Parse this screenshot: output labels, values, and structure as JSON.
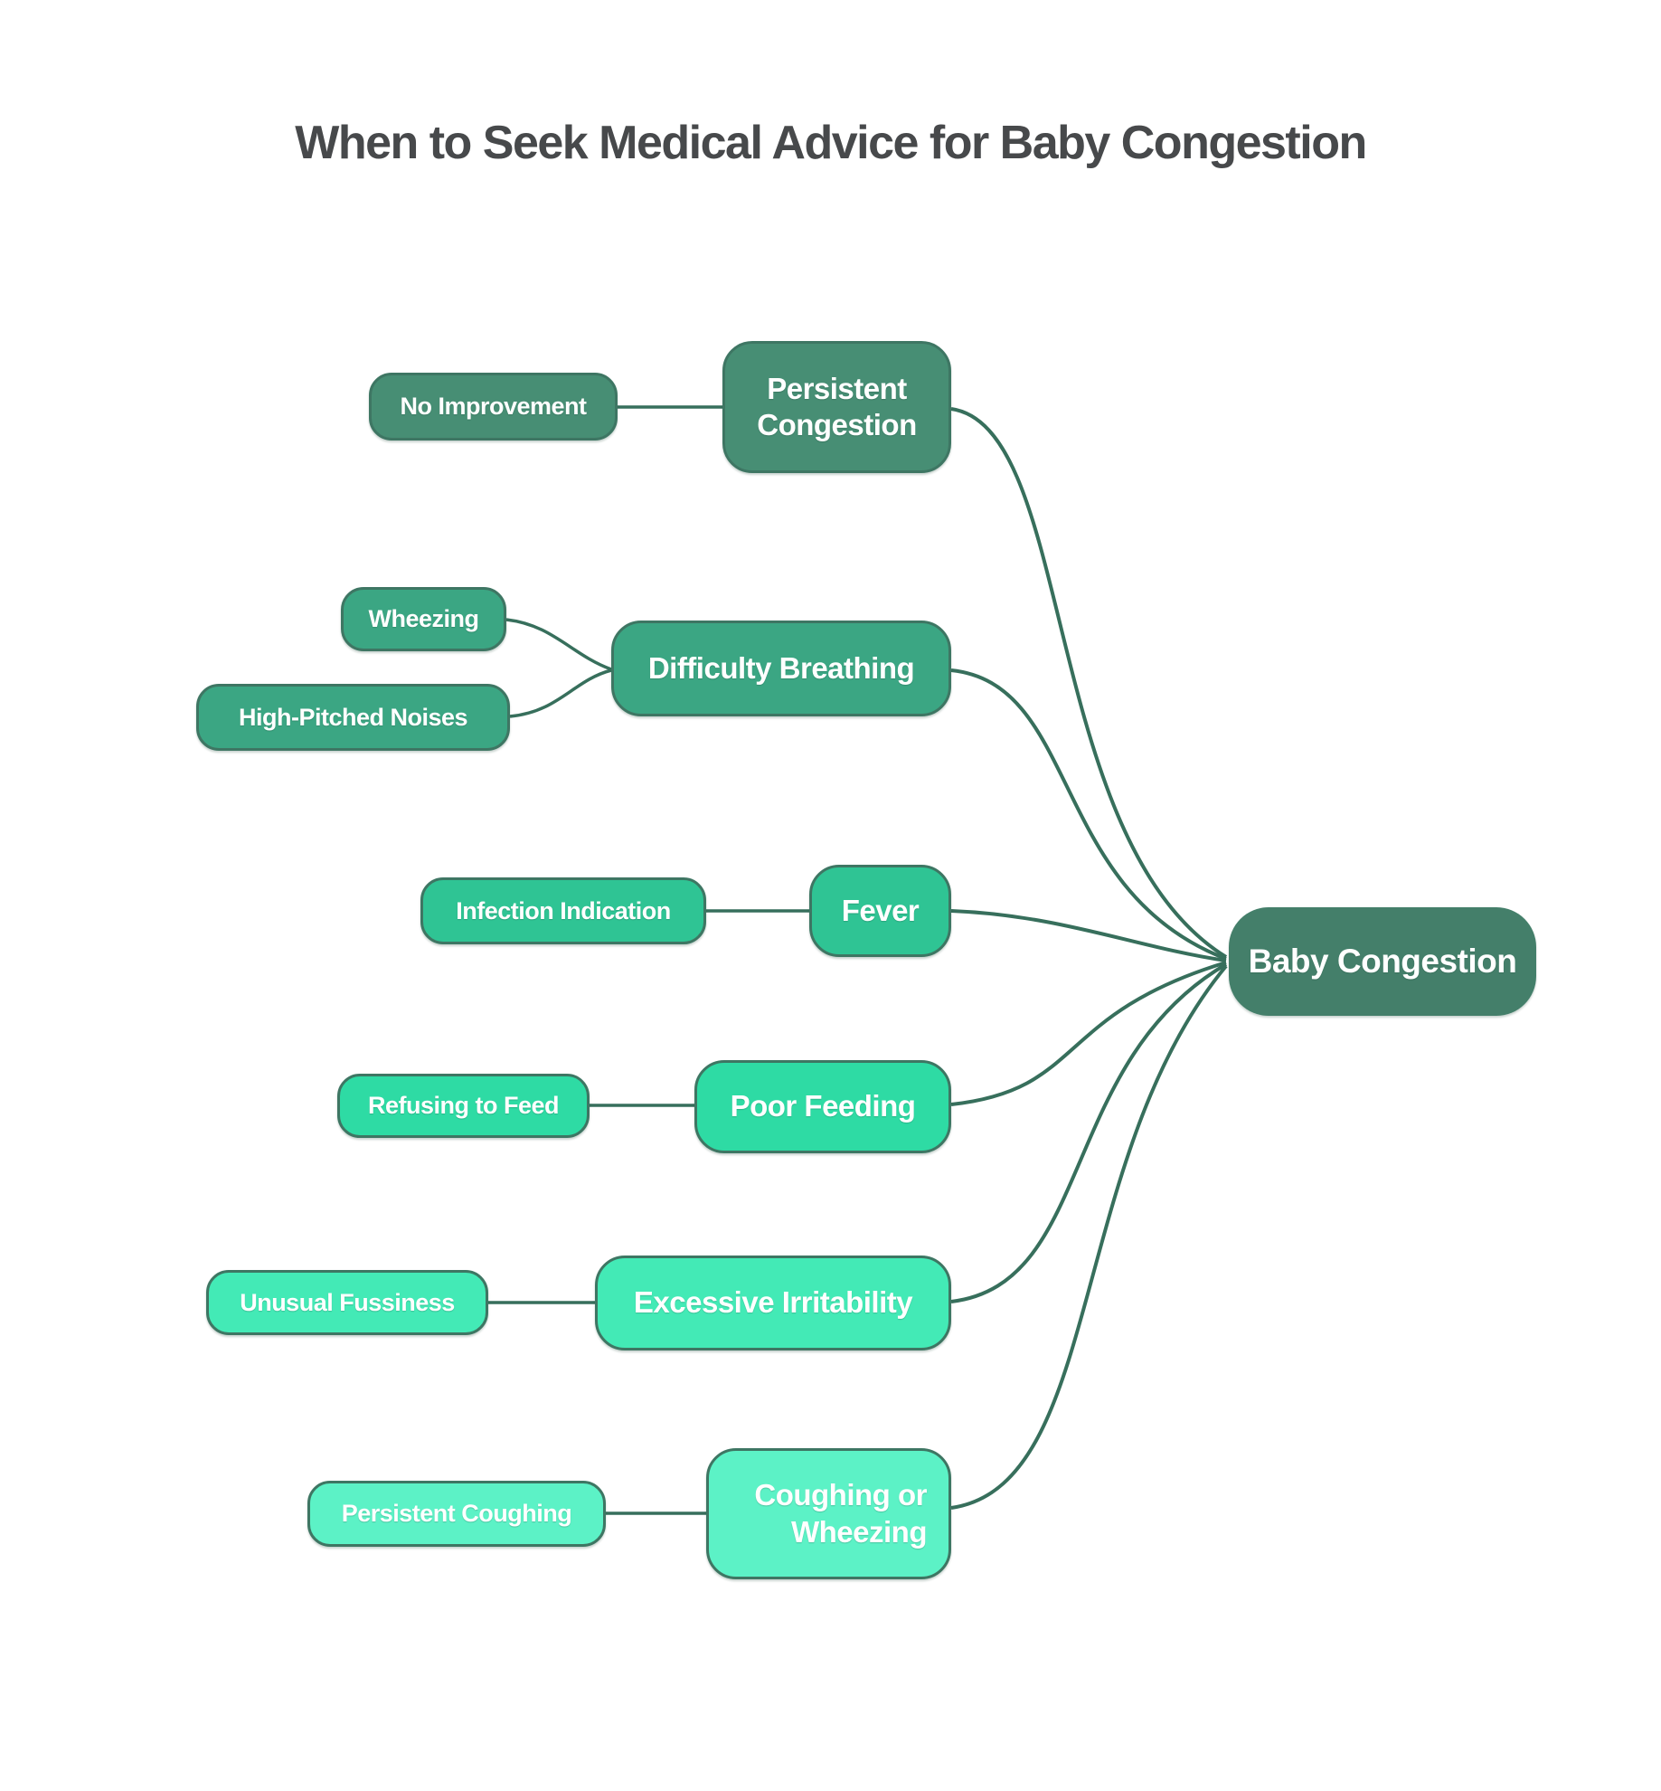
{
  "title": "When to Seek Medical Advice for Baby Congestion",
  "colors": {
    "background": "#ffffff",
    "title_text": "#47494B",
    "edge": "#376F5C",
    "node_border": "#3E7663",
    "node_text": "#ffffff"
  },
  "root": {
    "label": "Baby Congestion",
    "fill": "#447F6A"
  },
  "branches": [
    {
      "label": "Persistent Congestion",
      "fill": "#478E74",
      "children": [
        {
          "label": "No Improvement"
        }
      ]
    },
    {
      "label": "Difficulty Breathing",
      "fill": "#3BA683",
      "children": [
        {
          "label": "Wheezing"
        },
        {
          "label": "High-Pitched Noises"
        }
      ]
    },
    {
      "label": "Fever",
      "fill": "#2FC494",
      "children": [
        {
          "label": "Infection Indication"
        }
      ]
    },
    {
      "label": "Poor Feeding",
      "fill": "#2EDBA4",
      "children": [
        {
          "label": "Refusing to Feed"
        }
      ]
    },
    {
      "label": "Excessive Irritability",
      "fill": "#43EAB6",
      "children": [
        {
          "label": "Unusual Fussiness"
        }
      ]
    },
    {
      "label": "Coughing or Wheezing",
      "fill": "#5CF2C6",
      "children": [
        {
          "label": "Persistent Coughing"
        }
      ]
    }
  ]
}
